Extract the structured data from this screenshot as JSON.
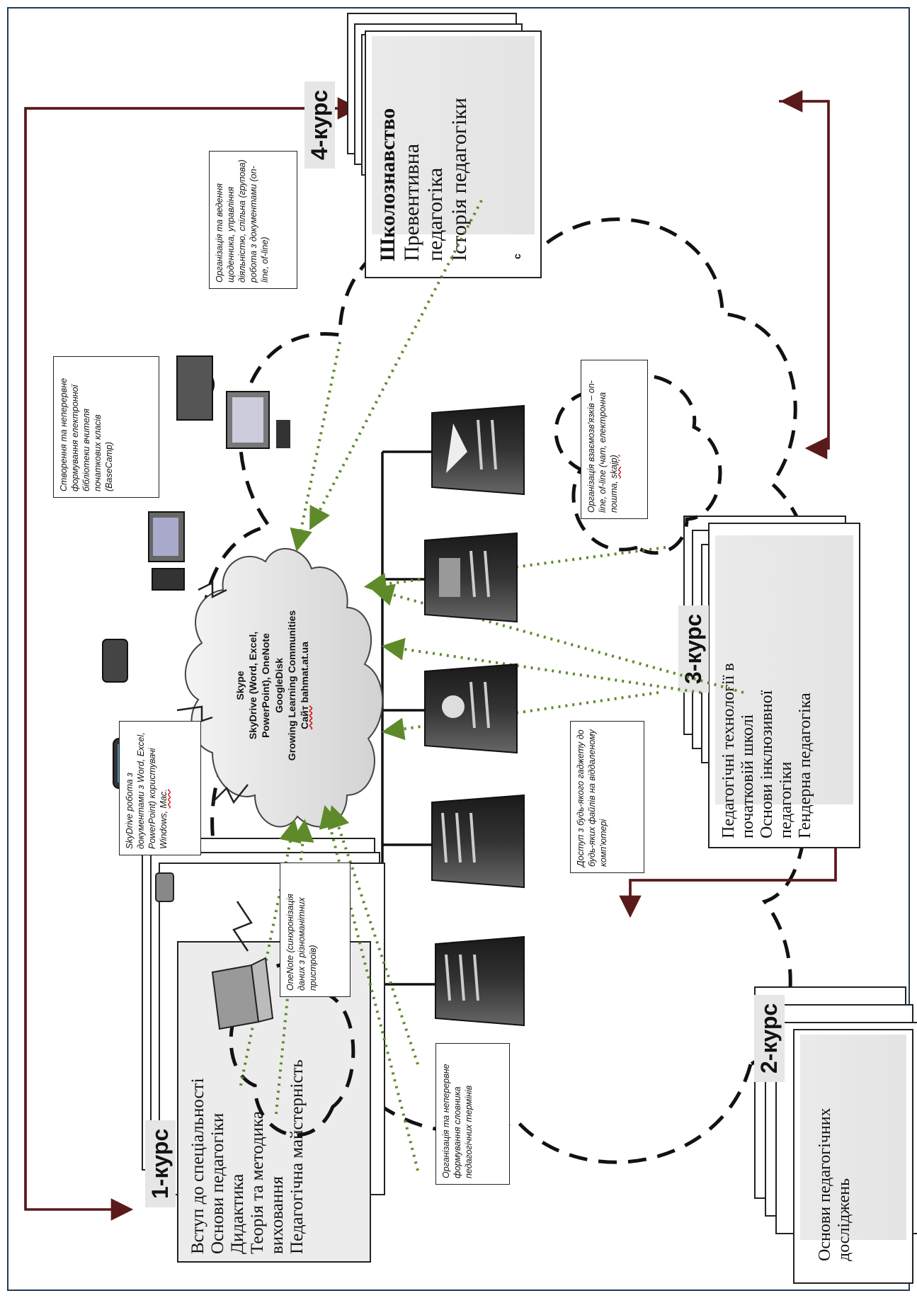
{
  "courses": {
    "c1": {
      "label": "1-курс",
      "subjects": [
        "Вступ до спеціальності",
        "Основи педагогіки",
        "Дидактика",
        "Теорія та методика",
        "виховання",
        "Педагогічна майстерність"
      ]
    },
    "c2": {
      "label": "2-курс",
      "subjects": [
        "Основи педагогічних",
        "досліджень"
      ]
    },
    "c3": {
      "label": "3-курс",
      "subjects": [
        "Педагогічні технології в",
        "початковій школі",
        "Основи інклюзивної",
        "педагогіки",
        "Гендерна педагогіка"
      ]
    },
    "c4": {
      "label": "4-курс",
      "subjects": [
        "Школознавство",
        "Превентивна",
        "педагогіка",
        "Історія педагогіки"
      ],
      "stray_letter": "с"
    }
  },
  "center_cloud": {
    "lines": [
      "Skype",
      "SkyDrive (Word, Excel,",
      "PowerPoint), OneNote",
      "GoogleDisk",
      "Growing Learning Communities",
      "bahmat.at.ua"
    ],
    "site_prefix": "Сайт"
  },
  "notes": {
    "skydrive": {
      "text": "SkyDrive робота з документами з Word, Excel, PowerPoint) користувачі Windows,",
      "flag": "Mac."
    },
    "onenote": {
      "text": "OneNote (синхронізація даних з різноманітних пристроїв)"
    },
    "glossary": {
      "text": "Організація та неперервне формування словника педагогічних термінів"
    },
    "access": {
      "text": "Доступ з будь-якого гаджету до будь-яких файлів на віддаленому комп'ютері"
    },
    "communication": {
      "text": "Організація взаємозв'язків – on-line, of-line (чат, електронна пошта,",
      "flag": "skajp)"
    },
    "portfolio": {
      "text": "Створення та неперервне формування електронної бібліотеки вчителя початкових класів (BaseCamp)"
    },
    "journal": {
      "text": "Організація та ведення щоденника, управління діяльністю, спільна (групова) робота з документами (on-line, of-line)"
    }
  },
  "icons": [
    "desktop-computer-icon",
    "laptop-icon",
    "tablet-icon",
    "smartphone-icon",
    "workstation-icon",
    "server-icon",
    "lightning-bolt-icon"
  ],
  "colors": {
    "arrow": "#5a1a1a",
    "dotted_arrow": "#5f8a2a",
    "dashed_cloud": "#111111",
    "frame": "#1f3b57",
    "label_bg": "#e6e6e6"
  }
}
